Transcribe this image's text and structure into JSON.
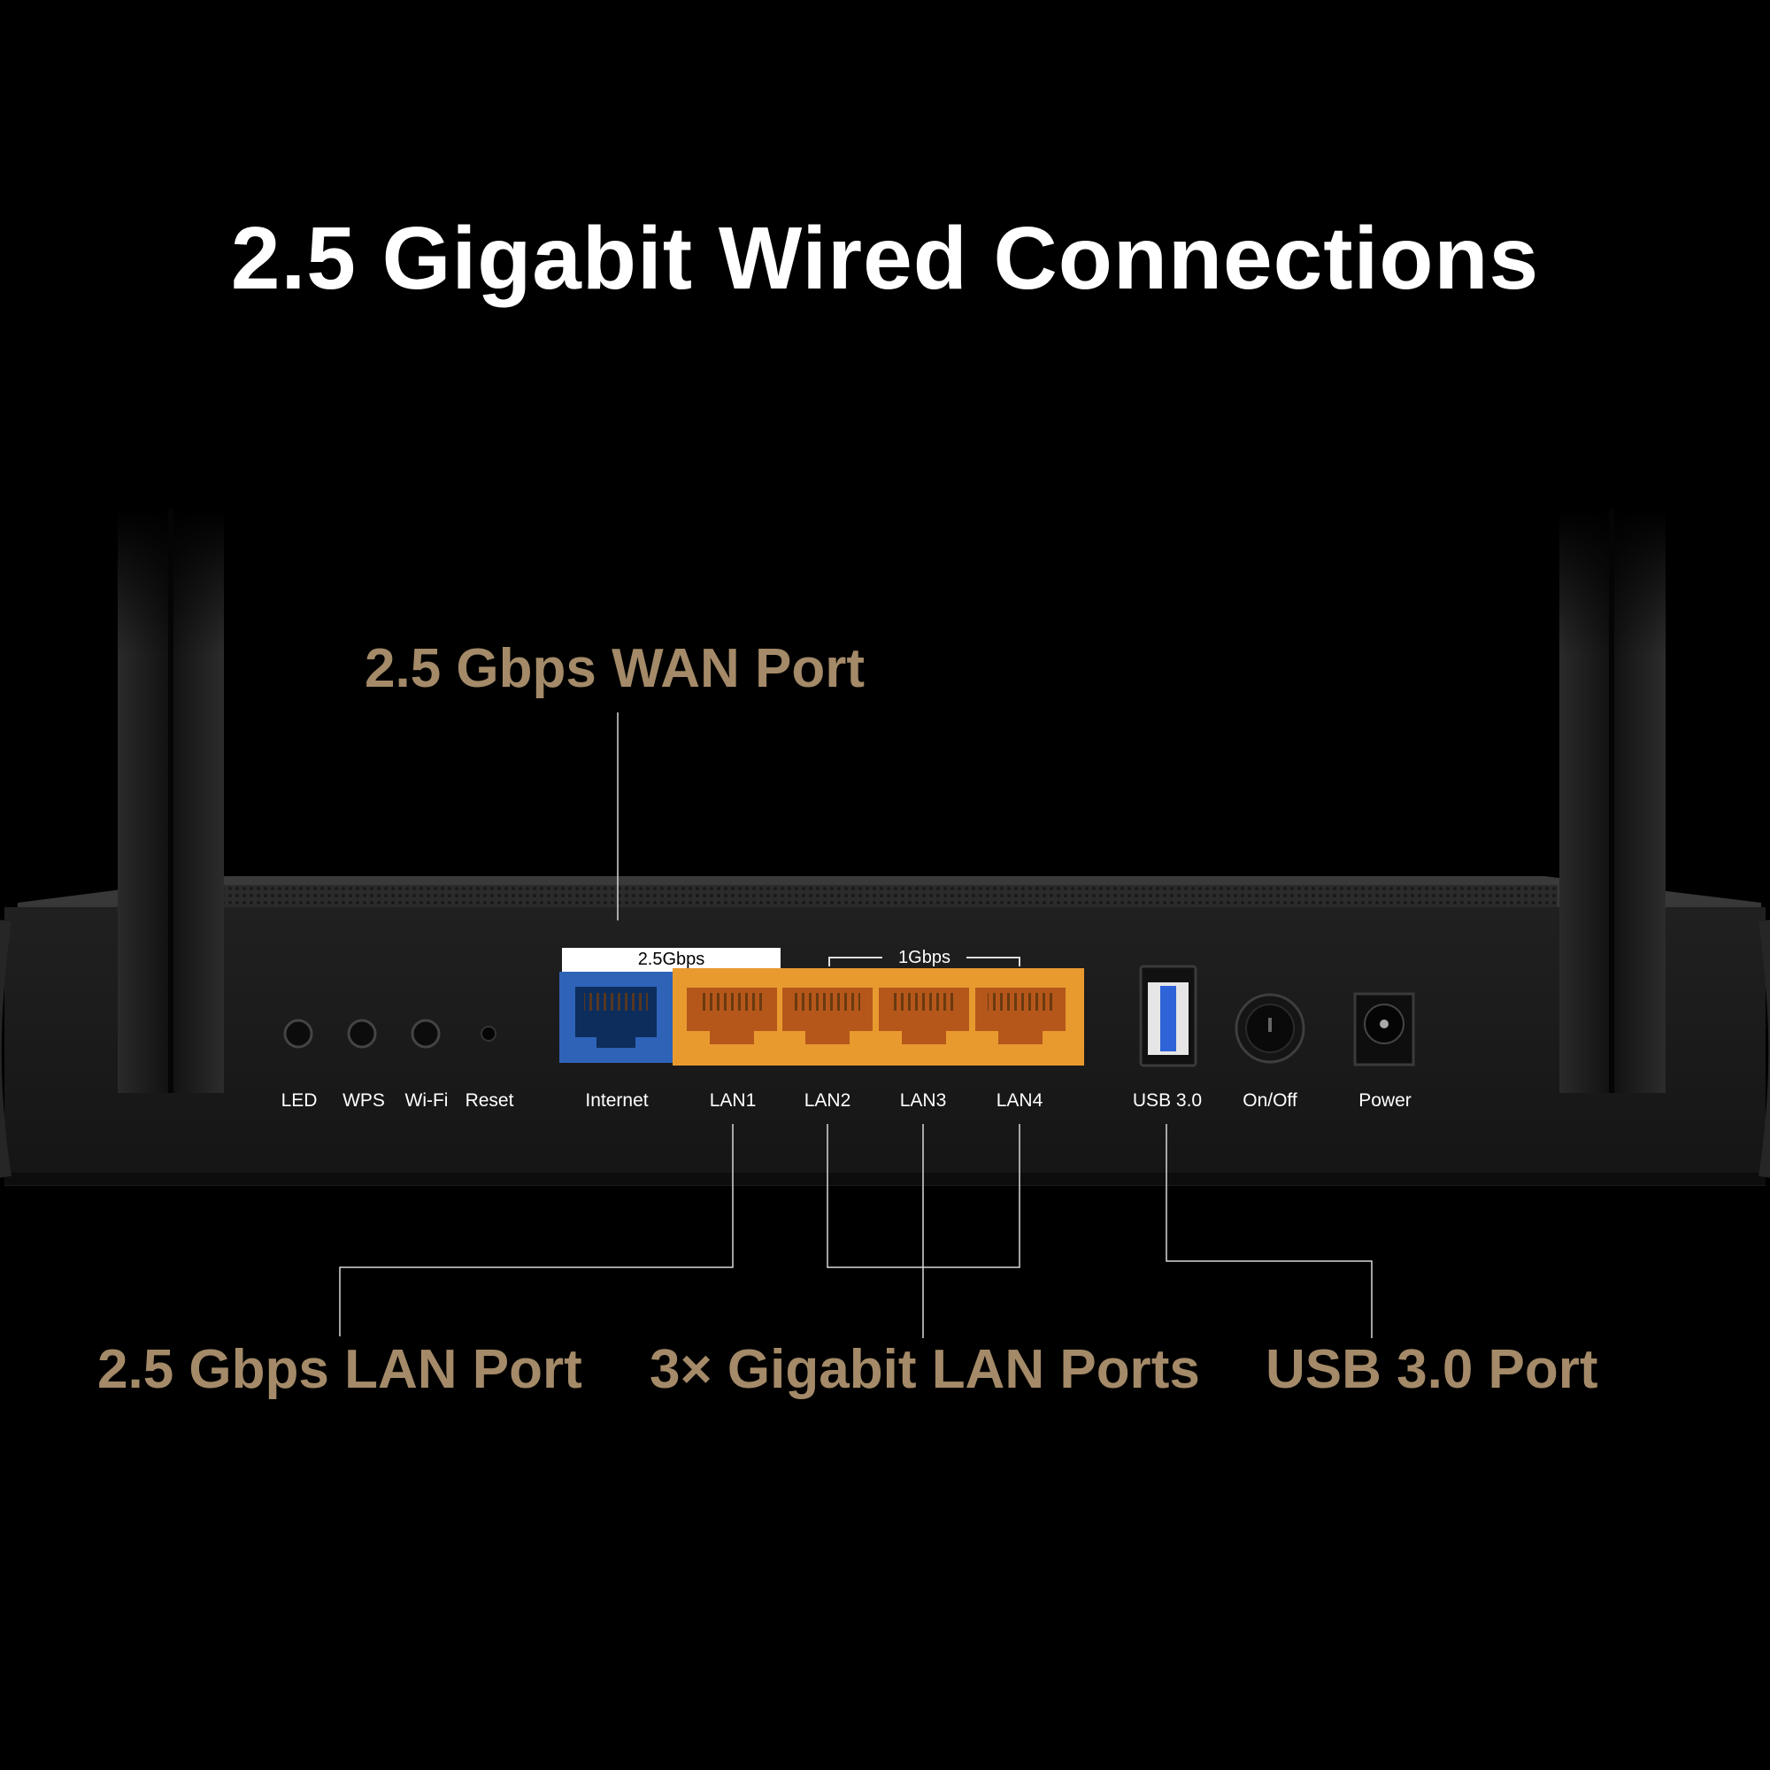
{
  "title": "2.5 Gigabit Wired Connections",
  "callouts": {
    "wan": "2.5 Gbps WAN Port",
    "lan25": "2.5 Gbps LAN Port",
    "gigabit": "3× Gigabit LAN Ports",
    "usb": "USB 3.0 Port"
  },
  "speed_tags": {
    "internet": "2.5Gbps",
    "lan_group": "1Gbps"
  },
  "labels": {
    "led": "LED",
    "wps": "WPS",
    "wifi": "Wi-Fi",
    "reset": "Reset",
    "internet": "Internet",
    "lan1": "LAN1",
    "lan2": "LAN2",
    "lan3": "LAN3",
    "lan4": "LAN4",
    "usb": "USB 3.0",
    "onoff": "On/Off",
    "power": "Power"
  },
  "colors": {
    "background": "#000000",
    "callout": "#a48a68",
    "wan_port": "#2f63b8",
    "lan_ports": "#e89a2f"
  }
}
